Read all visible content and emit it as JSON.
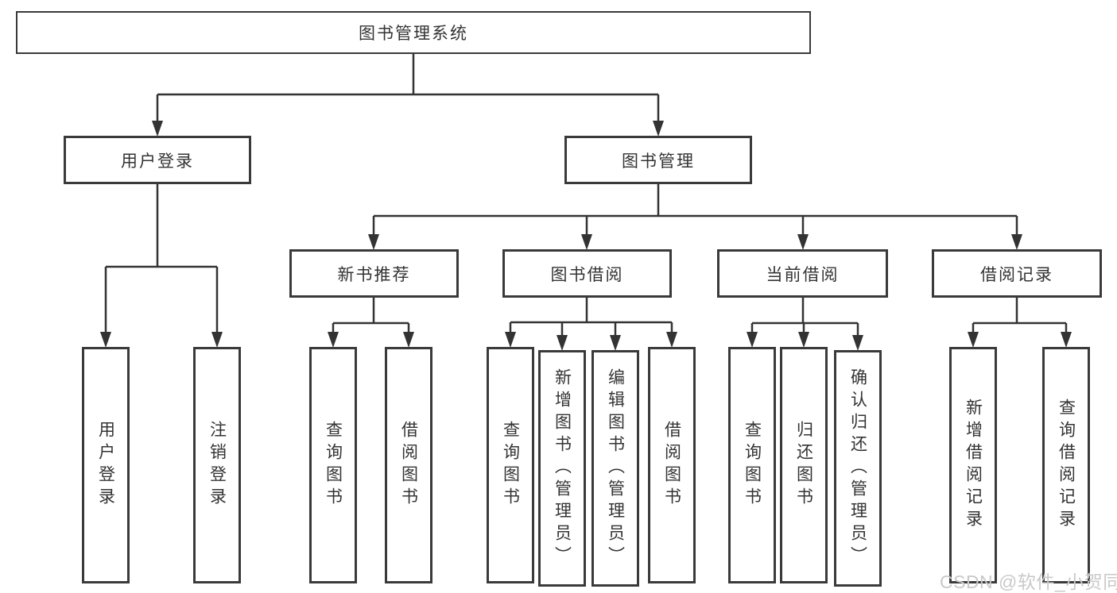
{
  "diagram_title": "图书管理系统",
  "watermark": "CSDN @软件_小贺同学",
  "colors": {
    "background": "#ffffff",
    "box_border": "#3a3a3a",
    "connector_line": "#333333",
    "text": "#333333",
    "watermark_text": "#c9c9c9"
  },
  "nodes": {
    "root": "图书管理系统",
    "user_login": "用户登录",
    "book_mgmt": "图书管理",
    "new_book_rec": "新书推荐",
    "book_borrow": "图书借阅",
    "current_borrow": "当前借阅",
    "borrow_record": "借阅记录",
    "leaf_user_login": "用户登录",
    "leaf_logout": "注销登录",
    "leaf_query_book_newrec": "查询图书",
    "leaf_borrow_book_newrec": "借阅图书",
    "leaf_query_book_borrow": "查询图书",
    "leaf_add_book_admin": "新增图书（管理员）",
    "leaf_edit_book_admin": "编辑图书（管理员）",
    "leaf_borrow_book_borrow": "借阅图书",
    "leaf_query_book_current": "查询图书",
    "leaf_return_book": "归还图书",
    "leaf_confirm_return_admin": "确认归还（管理员）",
    "leaf_add_borrow_record": "新增借阅记录",
    "leaf_query_borrow_record": "查询借阅记录"
  },
  "hierarchy": {
    "图书管理系统": {
      "用户登录": [
        "用户登录",
        "注销登录"
      ],
      "图书管理": {
        "新书推荐": [
          "查询图书",
          "借阅图书"
        ],
        "图书借阅": [
          "查询图书",
          "新增图书（管理员）",
          "编辑图书（管理员）",
          "借阅图书"
        ],
        "当前借阅": [
          "查询图书",
          "归还图书",
          "确认归还（管理员）"
        ],
        "借阅记录": [
          "新增借阅记录",
          "查询借阅记录"
        ]
      }
    }
  }
}
